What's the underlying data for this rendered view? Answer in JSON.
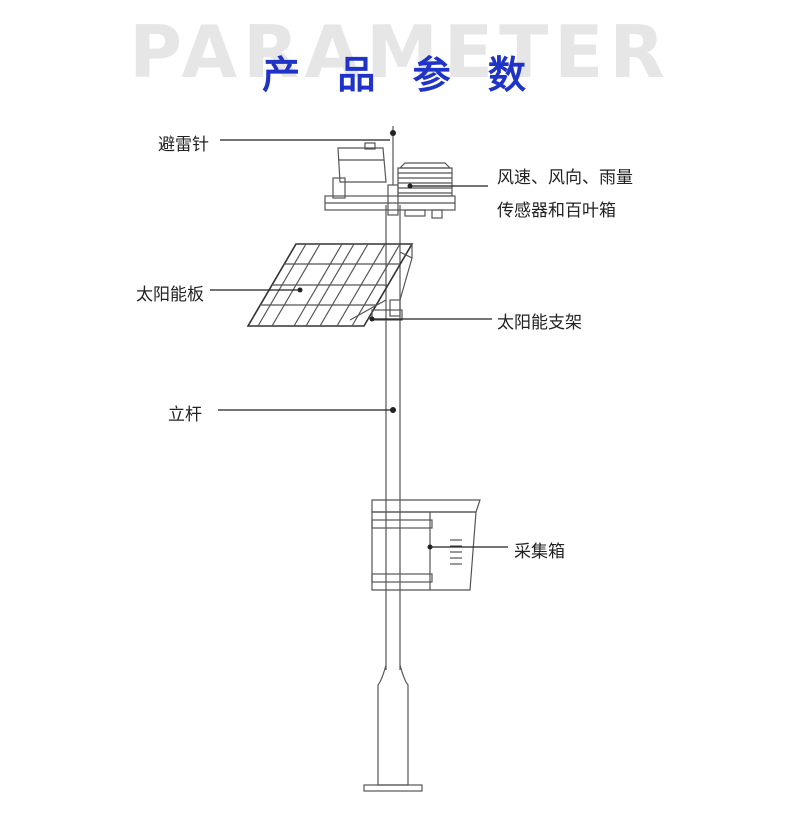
{
  "header": {
    "background_word": "PARAMETER",
    "title": "产 品 参 数",
    "title_color": "#1f33c7",
    "background_word_color": "#e6e6e6"
  },
  "labels": {
    "lightning_rod": "避雷针",
    "wind_sensor_line1": "风速、风向、雨量",
    "wind_sensor_line2": "传感器和百叶箱",
    "solar_panel": "太阳能板",
    "solar_bracket": "太阳能支架",
    "pole": "立杆",
    "collection_box": "采集箱"
  }
}
